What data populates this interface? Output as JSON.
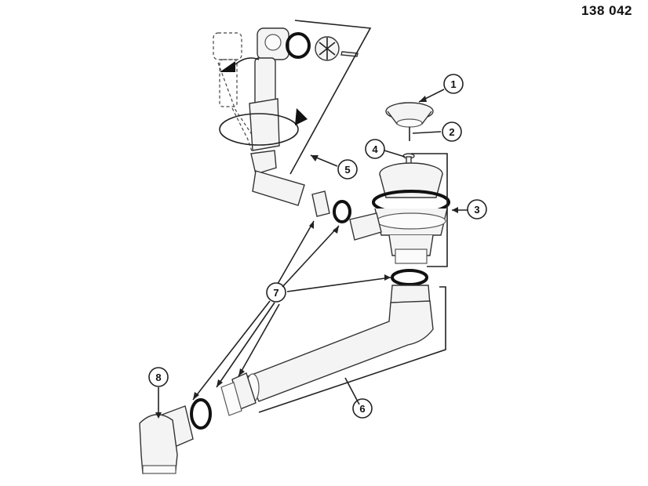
{
  "part_number": "138 042",
  "callouts": [
    {
      "id": "callout-1",
      "label": "1"
    },
    {
      "id": "callout-2",
      "label": "2"
    },
    {
      "id": "callout-3",
      "label": "3"
    },
    {
      "id": "callout-4",
      "label": "4"
    },
    {
      "id": "callout-5",
      "label": "5"
    },
    {
      "id": "callout-6",
      "label": "6"
    },
    {
      "id": "callout-7",
      "label": "7"
    },
    {
      "id": "callout-8",
      "label": "8"
    }
  ]
}
